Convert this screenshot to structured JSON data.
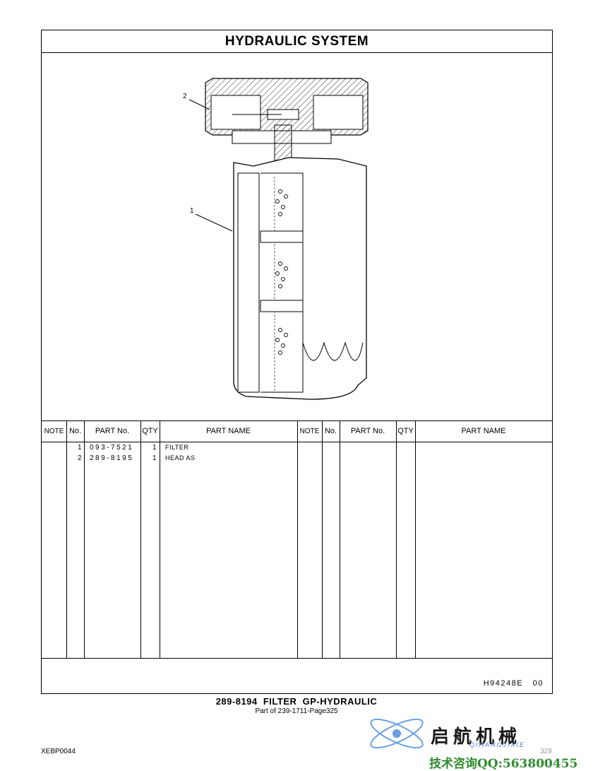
{
  "title": "HYDRAULIC  SYSTEM",
  "callouts": [
    "1",
    "2"
  ],
  "table": {
    "headers": [
      "NOTE",
      "No.",
      "PART No.",
      "QTY",
      "PART NAME",
      "NOTE",
      "No.",
      "PART No.",
      "QTY",
      "PART NAME"
    ],
    "rows": [
      {
        "no": "1",
        "part_no": "093-7521",
        "qty": "1",
        "name": "FILTER"
      },
      {
        "no": "2",
        "part_no": "289-8195",
        "qty": "1",
        "name": "HEAD AS"
      }
    ]
  },
  "drawing_code": "H94248E   00",
  "caption_main": "289-8194  FILTER  GP-HYDRAULIC",
  "caption_sub": "Part of 239-1711-Page325",
  "doc_id": "XEBP0044",
  "watermark": {
    "logo": "启航机械",
    "sub": "QIHANGJIXIE",
    "contact": "技术咨询QQ:563800455",
    "page": "329"
  }
}
